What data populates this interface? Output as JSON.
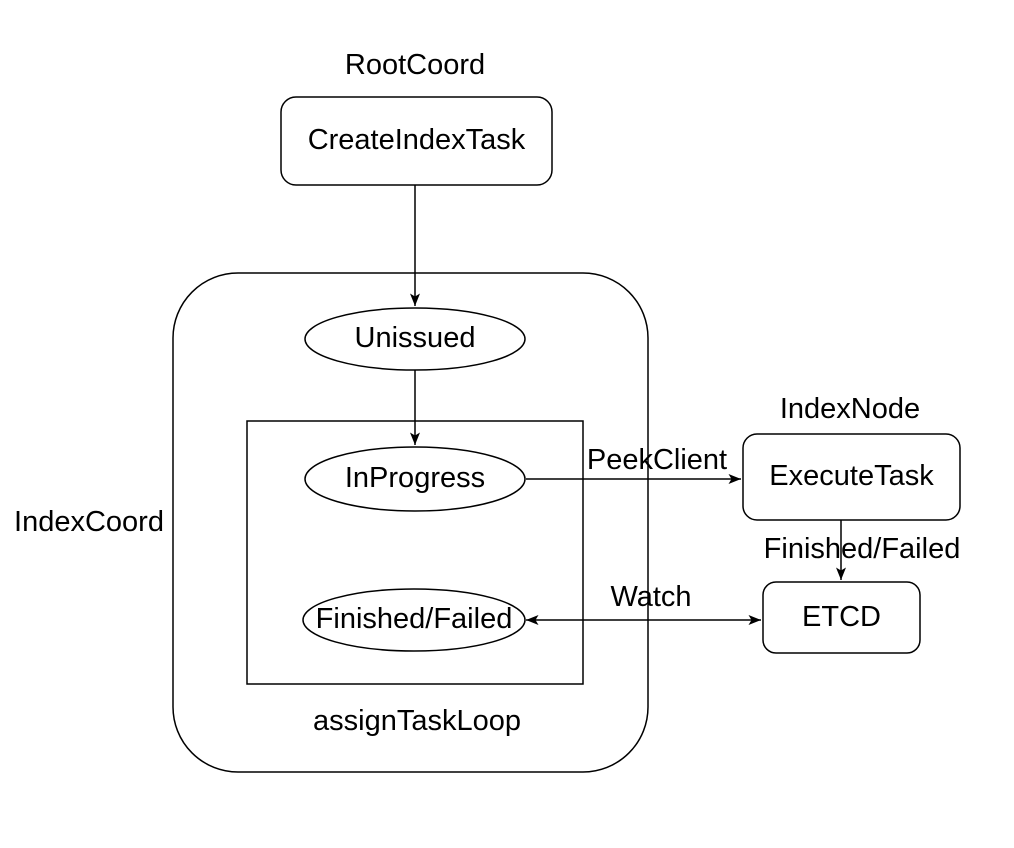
{
  "diagram": {
    "groups": {
      "root_coord": "RootCoord",
      "index_coord": "IndexCoord",
      "index_node": "IndexNode",
      "assign_task_loop": "assignTaskLoop"
    },
    "nodes": {
      "create_index_task": "CreateIndexTask",
      "unissued": "Unissued",
      "in_progress": "InProgress",
      "finished_failed": "Finished/Failed",
      "execute_task": "ExecuteTask",
      "etcd": "ETCD"
    },
    "edge_labels": {
      "peek_client": "PeekClient",
      "finished_failed": "Finished/Failed",
      "watch": "Watch"
    },
    "colors": {
      "background": "#ffffff",
      "stroke": "#000000",
      "text": "#000000"
    }
  }
}
